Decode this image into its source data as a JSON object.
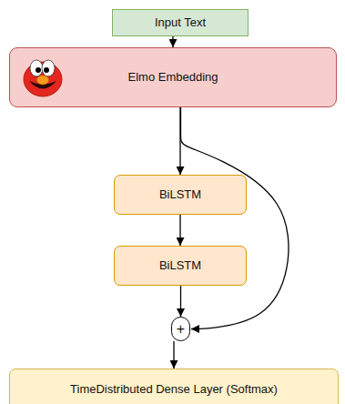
{
  "diagram": {
    "nodes": [
      {
        "text": [
          "Input Text"
        ]
      },
      {
        "text": [
          "Elmo Embedding"
        ]
      },
      {
        "text": [
          "BiLSTM"
        ]
      },
      {
        "text": [
          "BiLSTM"
        ]
      },
      {
        "text": [
          "+"
        ]
      },
      {
        "text": [
          "TimeDistributed Dense Layer (Softmax)"
        ]
      }
    ],
    "edges": [
      {
        "from": 0,
        "to": 1,
        "arrow": "to"
      },
      {
        "from": 1,
        "to": 2,
        "arrow": "to"
      },
      {
        "from": 2,
        "to": 3,
        "arrow": "to"
      },
      {
        "from": 3,
        "to": 4,
        "arrow": "to"
      },
      {
        "from": 1,
        "to": 4,
        "arrow": "to"
      },
      {
        "from": 4,
        "to": 5,
        "arrow": "to"
      }
    ]
  }
}
